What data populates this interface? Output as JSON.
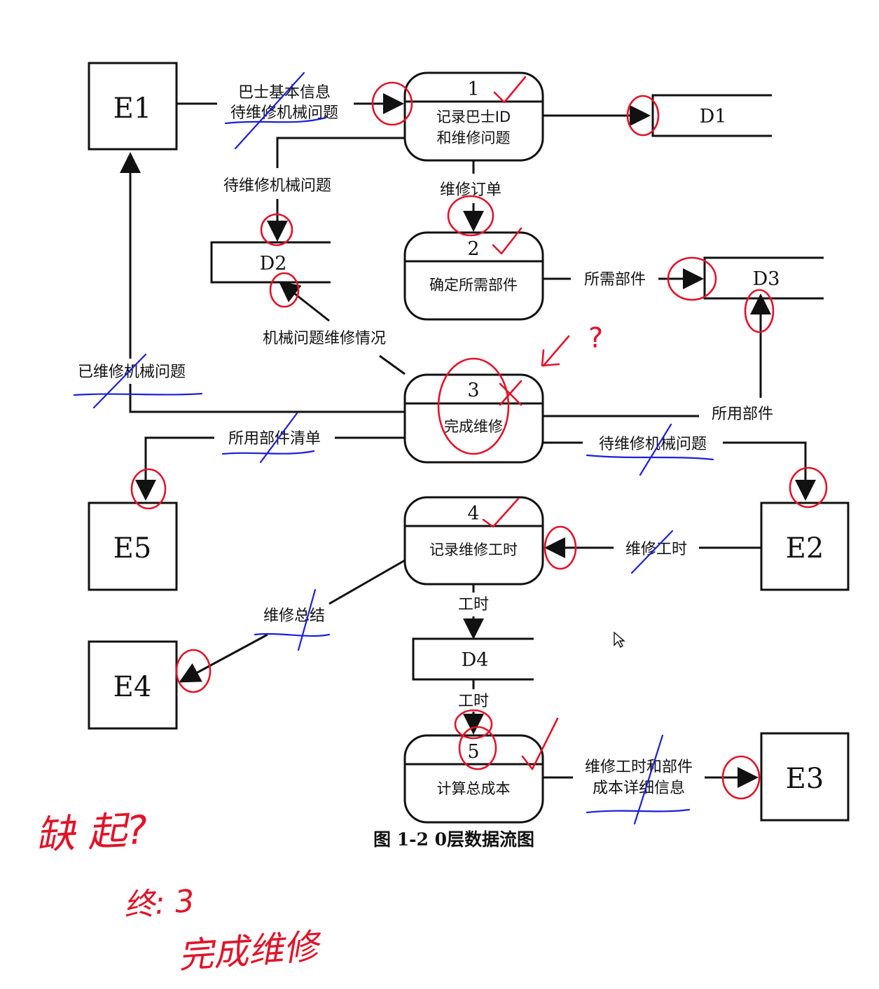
{
  "entities": {
    "e1": "E1",
    "e2": "E2",
    "e3": "E3",
    "e4": "E4",
    "e5": "E5"
  },
  "stores": {
    "d1": "D1",
    "d2": "D2",
    "d3": "D3",
    "d4": "D4"
  },
  "processes": [
    {
      "num": "1",
      "line1": "记录巴士ID",
      "line2": "和维修问题"
    },
    {
      "num": "2",
      "line1": "确定所需部件"
    },
    {
      "num": "3",
      "line1": "完成维修"
    },
    {
      "num": "4",
      "line1": "记录维修工时"
    },
    {
      "num": "5",
      "line1": "计算总成本"
    }
  ],
  "flows": {
    "e1_p1_line1": "巴士基本信息",
    "e1_p1_line2": "待维修机械问题",
    "p1_d2": "待维修机械问题",
    "p1_p2": "维修订单",
    "p2_d3": "所需部件",
    "p3_d2": "机械问题维修情况",
    "p3_e1": "已维修机械问题",
    "p3_d3": "所用部件",
    "p3_e5": "所用部件清单",
    "p3_e2": "待维修机械问题",
    "e2_p4": "维修工时",
    "p4_e4": "维修总结",
    "p4_d4": "工时",
    "d4_p5": "工时",
    "p5_e3_line1": "维修工时和部件",
    "p5_e3_line2": "成本详细信息"
  },
  "caption": "图 1-2 0层数据流图",
  "annotations": {
    "mark_question": "?",
    "note_line1": "缺 起?",
    "note_line2": "终: 3",
    "note_line3": "完成维修"
  }
}
